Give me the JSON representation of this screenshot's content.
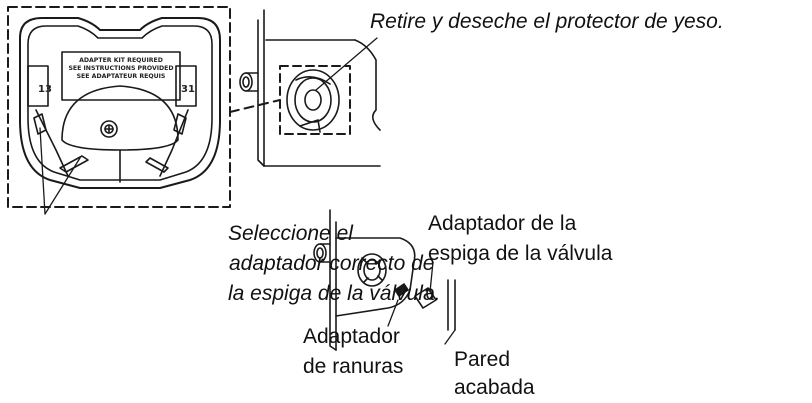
{
  "callouts": {
    "remove_protector": "Retire y deseche el protector de yeso.",
    "select_adapter_line1": "Seleccione el",
    "select_adapter_line2": "adaptador correcto de",
    "select_adapter_line3": "la espiga de la válvula.",
    "stem_adapter_line1": "Adaptador de la",
    "stem_adapter_line2": "espiga de la válvula",
    "spline_adapter_line1": "Adaptador",
    "spline_adapter_line2": "de ranuras",
    "finished_wall_line1": "Pared",
    "finished_wall_line2": "acabada"
  },
  "guard_detail": {
    "notice_lines": [
      "ADAPTER KIT REQUIRED",
      "SEE INSTRUCTIONS PROVIDED",
      "SEE ADAPTATEUR REQUIS"
    ],
    "left_marker": "13",
    "right_marker": "31"
  },
  "colors": {
    "line": "#1a1a1a",
    "background": "#ffffff"
  }
}
